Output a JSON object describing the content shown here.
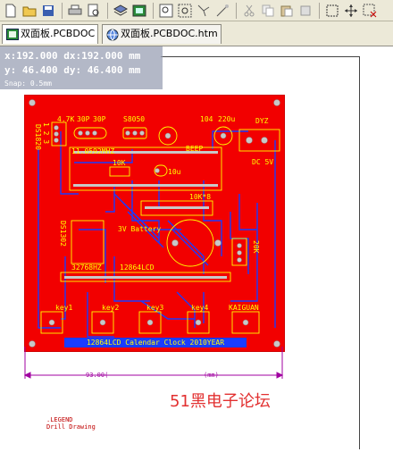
{
  "toolbar": {
    "icons": [
      "new-file-icon",
      "open-folder-icon",
      "save-icon",
      "print-icon",
      "print-preview-icon",
      "layers-icon",
      "board-view-icon",
      "zoom-fit-icon",
      "zoom-area-icon",
      "cross-probe-icon",
      "cross-select-icon",
      "cut-icon",
      "copy-icon",
      "paste-icon",
      "rubber-stamp-icon",
      "select-rect-icon",
      "move-icon",
      "deselect-icon"
    ]
  },
  "tabs": [
    {
      "label": "双面板.PCBDOC",
      "active": true,
      "icon": "pcb-doc-icon"
    },
    {
      "label": "双面板.PCBDOC.htm",
      "active": false,
      "icon": "html-doc-icon"
    }
  ],
  "hud": {
    "line1": "x:192.000   dx:192.000 mm",
    "line2": "y: 46.400   dy: 46.400  mm",
    "line3": "Snap: 0.5mm"
  },
  "board_labels": {
    "ds1820_left": "DS1820",
    "pin_123": "1 2 3",
    "r47k": "4.7K",
    "c30p_a": "30P",
    "c30p_b": "30P",
    "s8050": "S8050",
    "c104": "104",
    "c220u": "220u",
    "dyz": "DYZ",
    "crystal": "11.0592MHZ",
    "beep": "BEEP",
    "dc5v": "DC 5V",
    "r10k": "10K",
    "c10u": "10u",
    "r10kx8": "10K*8",
    "ds1302": "DS1302",
    "battery": "3V Battery",
    "rx20k": "20K",
    "crystal2": "32768HZ",
    "lcd": "12864LCD",
    "key1": "key1",
    "key2": "key2",
    "key3": "key3",
    "key4": "key4",
    "kaiguan": "KAIGUAN",
    "banner": "12864LCD Calendar Clock  2010YEAR"
  },
  "dimension": {
    "width_label": "93.00(",
    "unit_label": "(mm)"
  },
  "watermark": "51黑电子论坛",
  "legend": {
    "line1": ".LEGEND",
    "line2": "Drill Drawing"
  },
  "colors": {
    "board": "#f20000",
    "trace": "#1a3cff",
    "silk": "#ffff00",
    "dimension": "#a000a0",
    "pad": "#c8c8c8"
  }
}
